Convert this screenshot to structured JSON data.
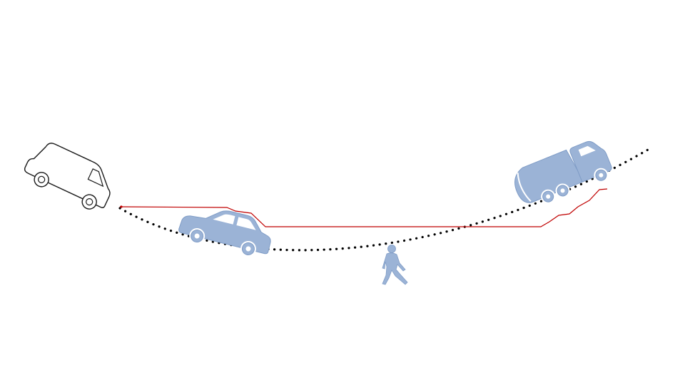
{
  "diagram": {
    "background": "#ffffff",
    "colors": {
      "curve": "#000000",
      "trajectory": "#c00000",
      "filled_icon": "#9bb3d6",
      "filled_icon_stroke": "#7f9cc6",
      "outline_icon_stroke": "#1a1a1a",
      "outline_icon_fill": "#ffffff"
    },
    "curve_style": "dotted",
    "trajectory_style": "solid",
    "icons": [
      {
        "id": "van",
        "icon": "van-icon",
        "style": "outline"
      },
      {
        "id": "car",
        "icon": "car-icon",
        "style": "filled"
      },
      {
        "id": "pedestrian",
        "icon": "pedestrian-icon",
        "style": "filled"
      },
      {
        "id": "garbage_truck",
        "icon": "garbage-truck-icon",
        "style": "filled"
      }
    ]
  }
}
